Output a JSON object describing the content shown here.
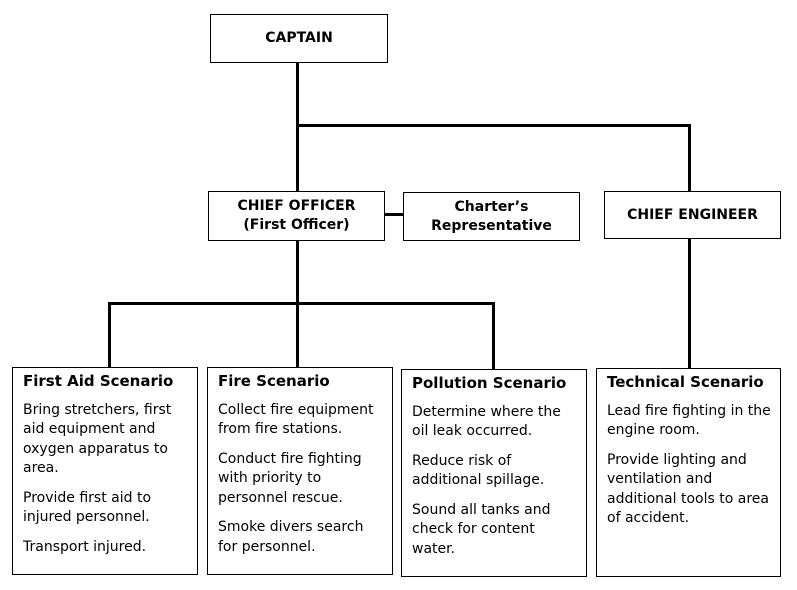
{
  "captain": "CAPTAIN",
  "chief_officer": {
    "line1": "CHIEF OFFICER",
    "line2": "(First Officer)"
  },
  "charters_rep": {
    "line1": "Charter’s",
    "line2": "Representative"
  },
  "chief_engineer": "CHIEF ENGINEER",
  "scenarios": [
    {
      "title": "First Aid Scenario",
      "items": [
        "Bring stretchers, first aid equipment and oxygen apparatus to area.",
        "Provide first aid to injured personnel.",
        "Transport injured."
      ]
    },
    {
      "title": "Fire Scenario",
      "items": [
        "Collect fire equipment from fire stations.",
        "Conduct fire fighting with priority to personnel rescue.",
        "Smoke divers search for personnel."
      ]
    },
    {
      "title": "Pollution Scenario",
      "items": [
        "Determine where the oil leak occurred.",
        "Reduce risk of additional spillage.",
        "Sound all tanks and check for content water."
      ]
    },
    {
      "title": "Technical Scenario",
      "items": [
        "Lead fire fighting in the engine room.",
        "Provide lighting and ventilation and additional tools to area of accident."
      ]
    }
  ]
}
